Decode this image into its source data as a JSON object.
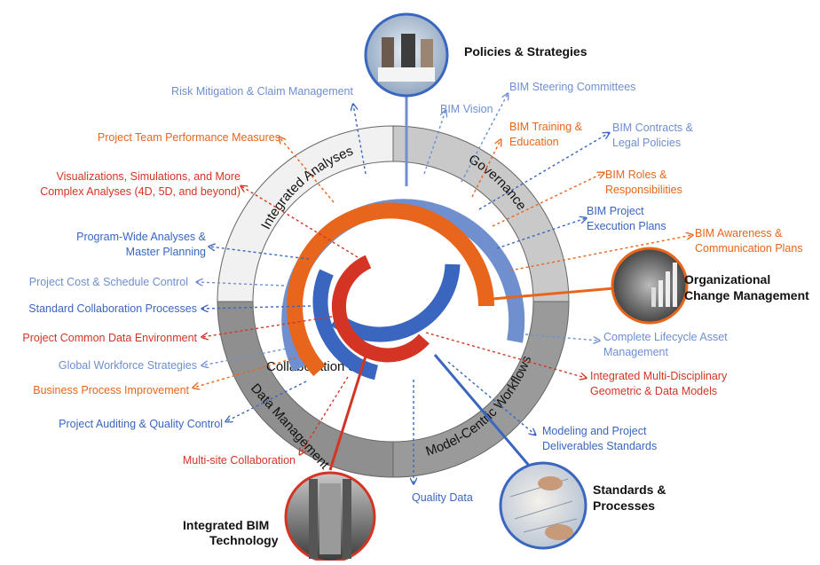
{
  "colors": {
    "orange": "#e8651c",
    "blue": "#3a66bf",
    "red": "#d43424",
    "lightblue": "#6f8fcf",
    "gray_outer": "#8c8c8c",
    "gray_light": "#d2d2d2"
  },
  "quadrants": {
    "integrated_analyses": "Integrated Analyses",
    "governance": "Governance",
    "collaboration": [
      "Collaboration &",
      "Data Management"
    ],
    "model_centric": "Model-Centric Workflows"
  },
  "headers": {
    "policies": "Policies & Strategies",
    "organizational": [
      "Organizational",
      "Change Management"
    ],
    "standards": [
      "Standards &",
      "Processes"
    ],
    "integrated_bim": [
      "Integrated BIM",
      "Technology"
    ]
  },
  "labels": {
    "risk": "Risk Mitigation & Claim Management",
    "bim_vision": "BIM Vision",
    "steering": "BIM Steering Committees",
    "team_perf": "Project Team Performance Measures",
    "training": [
      "BIM Training &",
      "Education"
    ],
    "contracts": [
      "BIM Contracts &",
      "Legal Policies"
    ],
    "visualizations": [
      "Visualizations, Simulations, and More",
      "Complex Analyses (4D, 5D, and beyond)"
    ],
    "roles": [
      "BIM Roles &",
      "Responsibilities"
    ],
    "execution": [
      "BIM Project",
      "Execution Plans"
    ],
    "program_wide": [
      "Program-Wide Analyses &",
      "Master Planning"
    ],
    "awareness": [
      "BIM Awareness &",
      "Communication Plans"
    ],
    "cost_schedule": "Project Cost & Schedule Control",
    "std_collab": "Standard Collaboration Processes",
    "cde": "Project Common Data Environment",
    "lifecycle": [
      "Complete Lifecycle Asset",
      "Management"
    ],
    "global_workforce": "Global Workforce Strategies",
    "integrated_models": [
      "Integrated Multi-Disciplinary",
      "Geometric & Data Models"
    ],
    "bpi": "Business Process Improvement",
    "auditing": "Project Auditing & Quality Control",
    "modeling_std": [
      "Modeling and Project",
      "Deliverables Standards"
    ],
    "multisite": "Multi-site Collaboration",
    "quality_data": "Quality Data"
  }
}
